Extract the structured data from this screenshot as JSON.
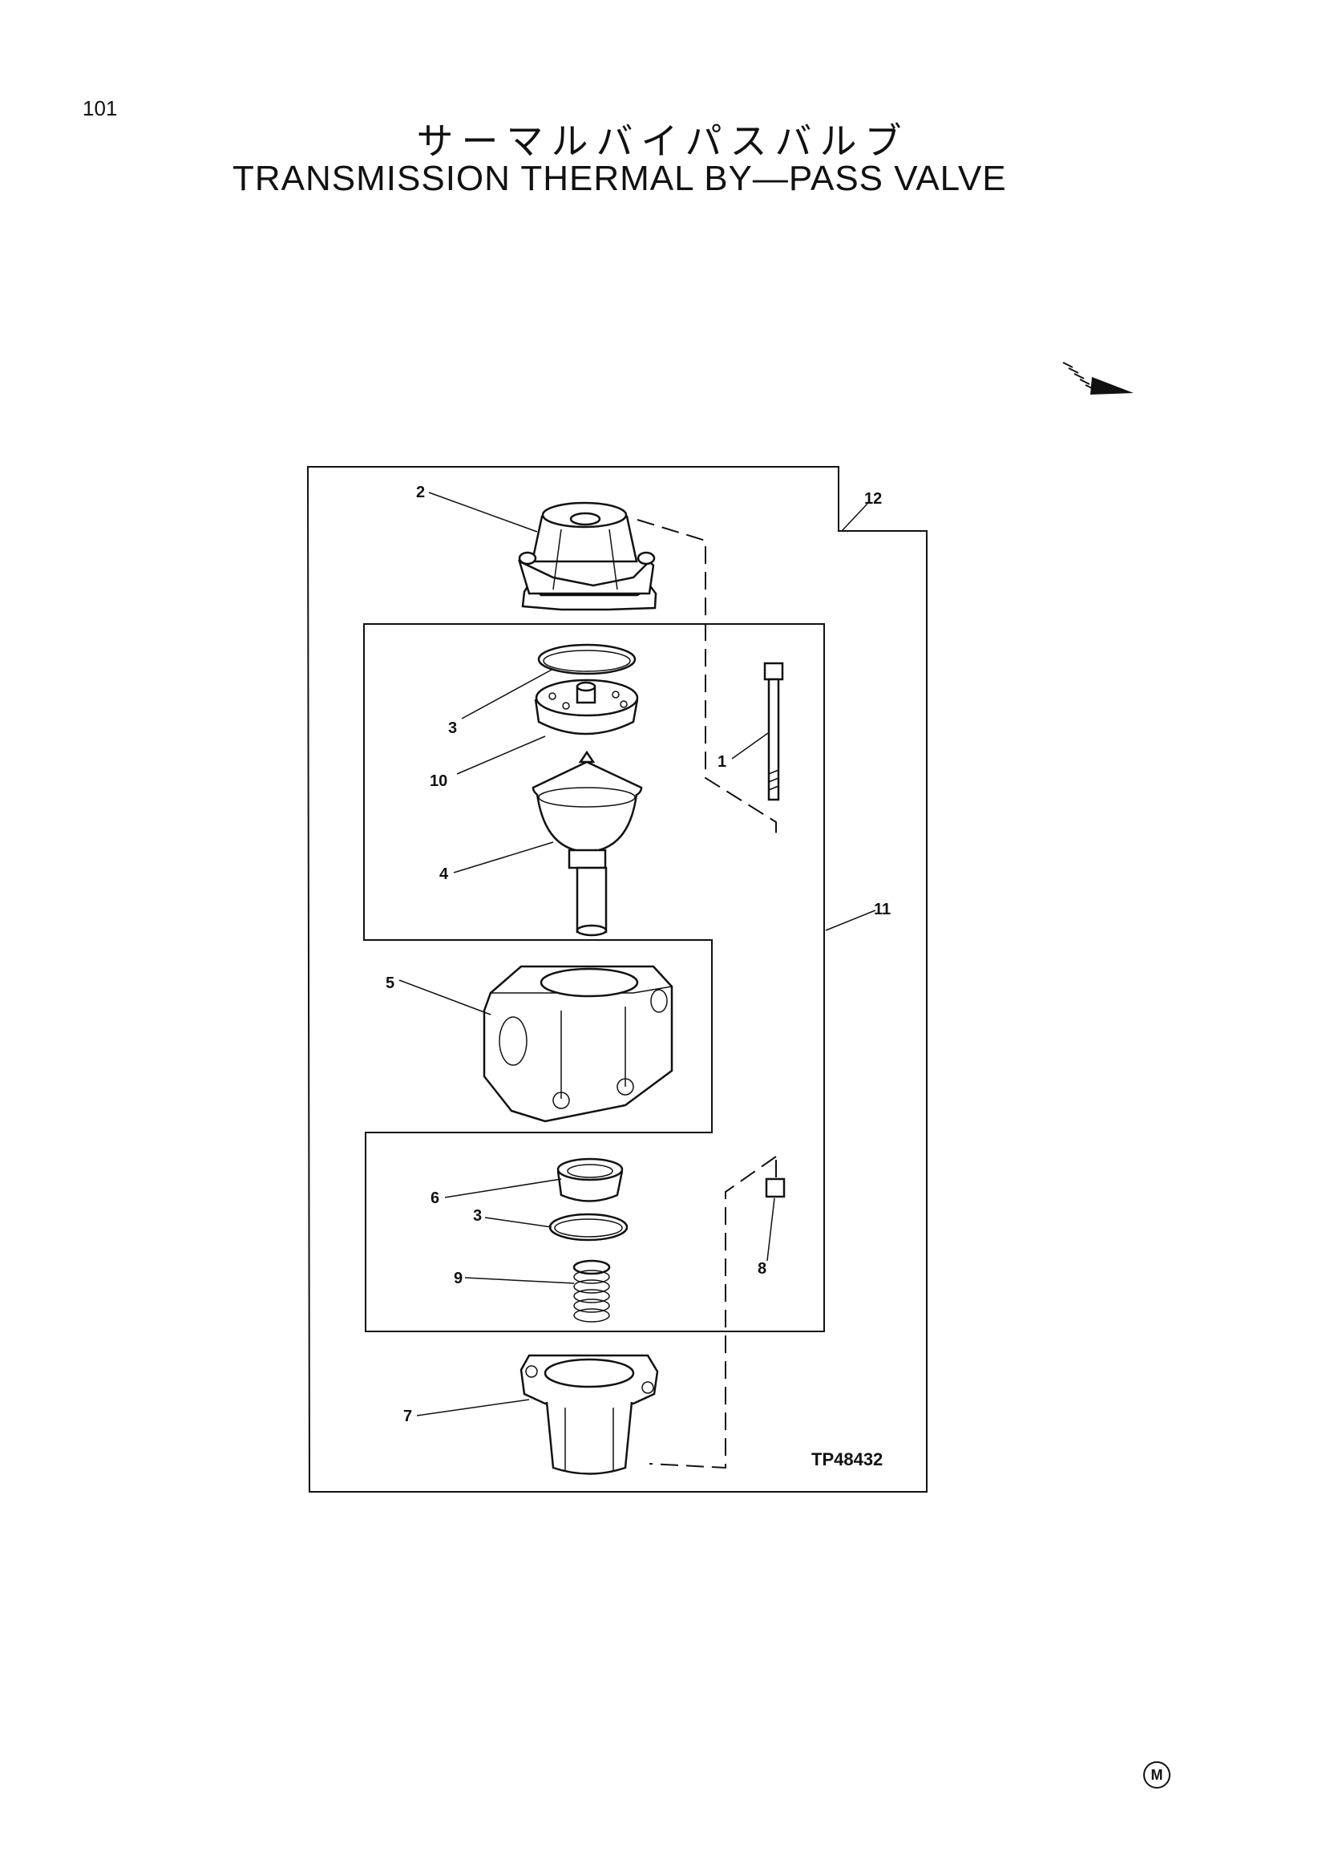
{
  "page": {
    "number": "101"
  },
  "title": {
    "japanese": "サーマルバイパスバルブ",
    "english": "TRANSMISSION THERMAL BY—PASS VALVE"
  },
  "diagram": {
    "code": "TP48432",
    "callouts": {
      "c1": "1",
      "c2": "2",
      "c3a": "3",
      "c3b": "3",
      "c4": "4",
      "c5": "5",
      "c6": "6",
      "c7": "7",
      "c8": "8",
      "c9": "9",
      "c10": "10",
      "c11": "11",
      "c12": "12"
    }
  },
  "maker_mark": "M"
}
